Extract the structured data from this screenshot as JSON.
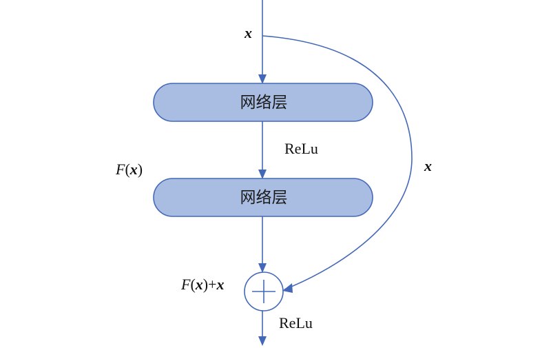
{
  "input_label": "x",
  "skip_label": "x",
  "layer1": {
    "label": "网络层"
  },
  "layer2": {
    "label": "网络层"
  },
  "activation_middle": "ReLu",
  "activation_output": "ReLu",
  "residual_label": {
    "func": "F",
    "open": "(",
    "var": "x",
    "close": ")"
  },
  "sum_label": {
    "func": "F",
    "open": "(",
    "var": "x",
    "close": ")",
    "plus": "+",
    "var2": "x"
  },
  "colors": {
    "box_fill": "#a9bde3",
    "line": "#4468b8"
  },
  "icons": {
    "sum": "circle-plus-icon"
  }
}
